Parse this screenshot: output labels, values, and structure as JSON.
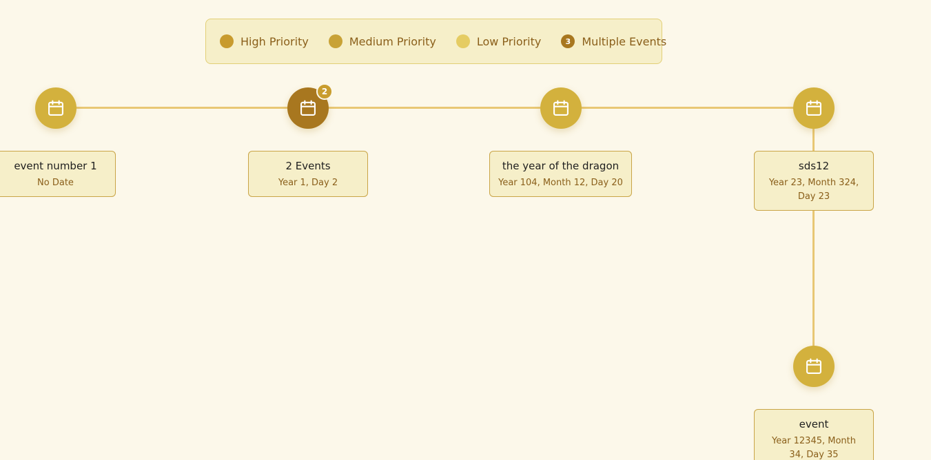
{
  "legend": {
    "items": [
      {
        "label": "High Priority",
        "color": "#c89b2e",
        "icon": "priority-dot"
      },
      {
        "label": "Medium Priority",
        "color": "#c8a236",
        "icon": "priority-dot"
      },
      {
        "label": "Low Priority",
        "color": "#e5cc63",
        "icon": "priority-dot"
      }
    ],
    "multiple": {
      "count": "3",
      "label": "Multiple Events",
      "color": "#a8771f"
    }
  },
  "colors": {
    "node_default": "#d3b13d",
    "node_multiple": "#a8771f",
    "connector": "#e8c774",
    "card_bg": "#f6efc9",
    "card_border": "#c9a446",
    "page_bg": "#fcf8ea"
  },
  "events": [
    {
      "title": "event number 1",
      "date": "No Date",
      "icon": "calendar-icon"
    },
    {
      "title": "2 Events",
      "date": "Year 1, Day 2",
      "badge": "2",
      "icon": "calendar-icon"
    },
    {
      "title": "the year of the dragon",
      "date": "Year 104, Month 12, Day 20",
      "icon": "calendar-icon"
    },
    {
      "title": "sds12",
      "date": "Year 23, Month 324, Day 23",
      "icon": "calendar-icon"
    },
    {
      "title": "event",
      "date": "Year 12345, Month 34, Day 35",
      "icon": "calendar-icon"
    }
  ]
}
